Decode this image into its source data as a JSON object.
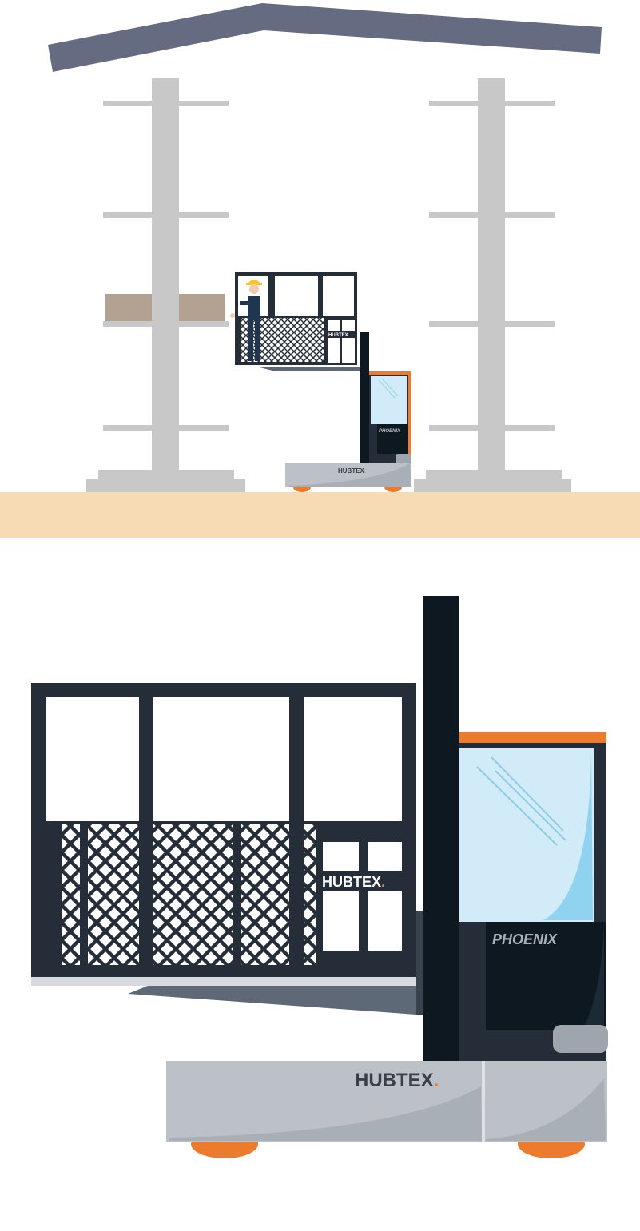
{
  "brand": {
    "name": "HUBTEX",
    "dot": ".",
    "model": "PHOENIX"
  },
  "colors": {
    "roof": "#656b80",
    "column": "#c8c8c8",
    "floor": "#f6dbb5",
    "frame": "#252d38",
    "mast": "#0d1820",
    "orange": "#ec7b2e",
    "glass": "#d1ecf8",
    "chassis": "#bcc1c7",
    "box": "#b3a291",
    "shadow": "#5f6877"
  },
  "icons": {
    "brand_mark": "hubtex-logo",
    "model_mark": "phoenix-logo",
    "person": "worker-icon"
  }
}
